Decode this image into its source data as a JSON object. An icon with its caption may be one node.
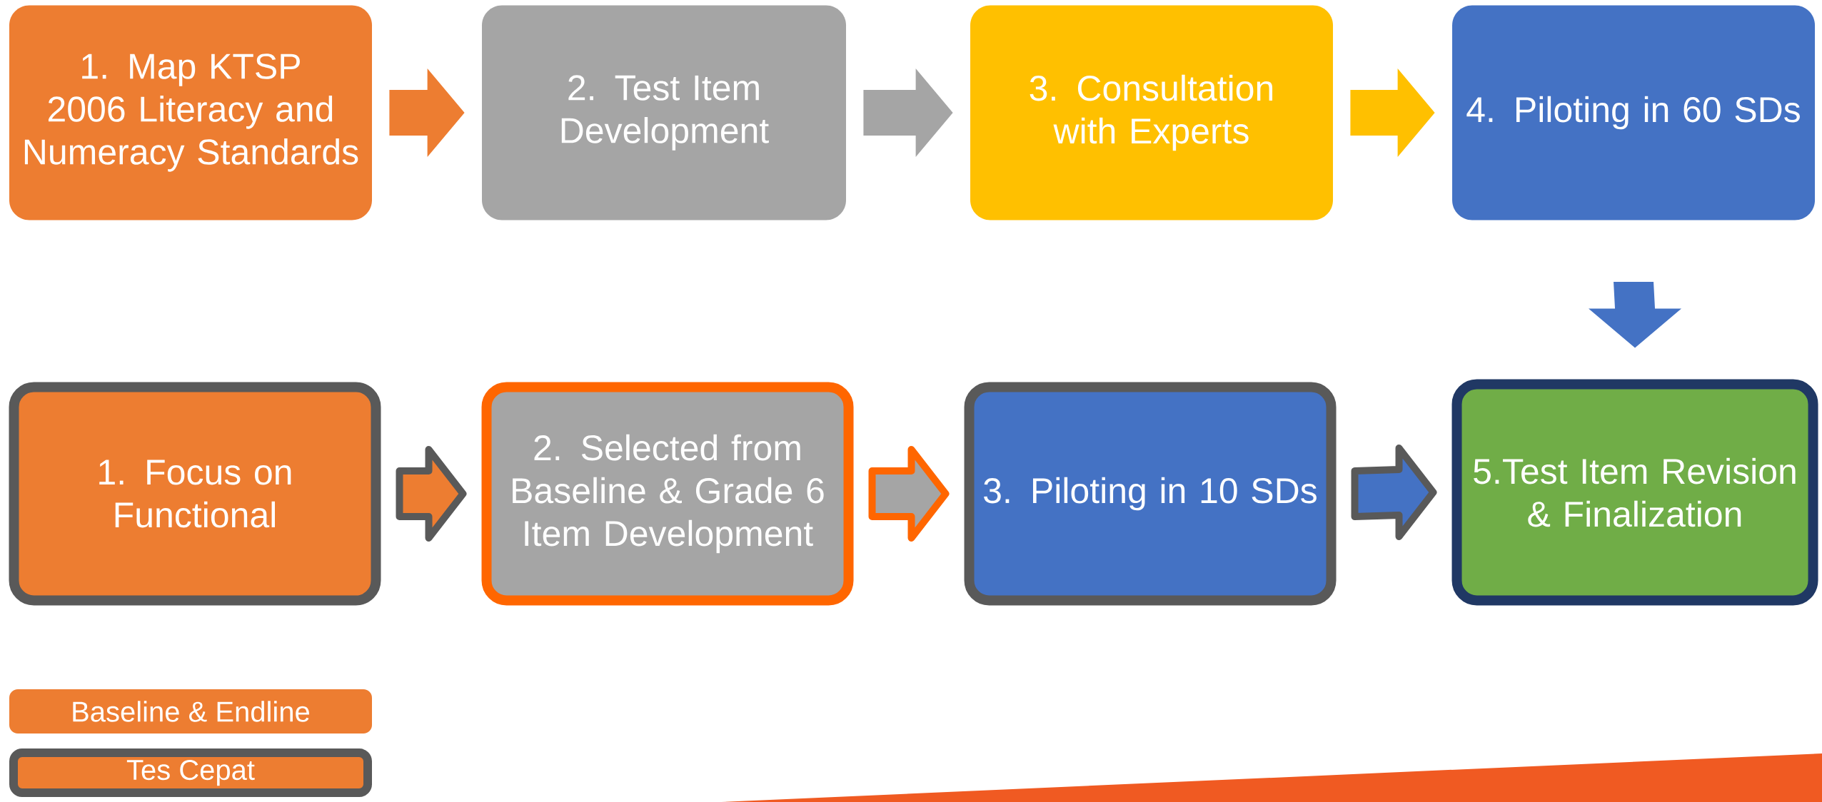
{
  "diagram": {
    "nodes": [
      {
        "text": [
          "1. Map KTSP 2006 Literacy and Numeracy Standards"
        ]
      },
      {
        "text": [
          "2. Test Item Development"
        ]
      },
      {
        "text": [
          "3. Consultation with Experts"
        ]
      },
      {
        "text": [
          "4. Piloting in 60 SDs"
        ]
      },
      {
        "text": [
          "1. Focus on Functional"
        ]
      },
      {
        "text": [
          "2. Selected from Baseline & Grade 6 Item Development"
        ]
      },
      {
        "text": [
          "3. Piloting in 10 SDs"
        ]
      },
      {
        "text": [
          "5.Test Item Revision & Finalization"
        ]
      }
    ],
    "edges": [
      {
        "from": 0,
        "to": 1,
        "arrow": "to",
        "color": "#ed7d31"
      },
      {
        "from": 1,
        "to": 2,
        "arrow": "to",
        "color": "#a5a5a5"
      },
      {
        "from": 2,
        "to": 3,
        "arrow": "to",
        "color": "#ffc000"
      },
      {
        "from": 3,
        "to": 7,
        "arrow": "to",
        "color": "#4472c4"
      },
      {
        "from": 4,
        "to": 5,
        "arrow": "to",
        "color": "#ed7d31"
      },
      {
        "from": 5,
        "to": 6,
        "arrow": "to",
        "color": "#a5a5a5"
      },
      {
        "from": 6,
        "to": 7,
        "arrow": "to",
        "color": "#4472c4"
      }
    ],
    "legend": [
      {
        "text": "Baseline & Endline",
        "color": "#ed7d31"
      },
      {
        "text": "Tes Cepat",
        "color": "#ed7d31"
      }
    ]
  }
}
